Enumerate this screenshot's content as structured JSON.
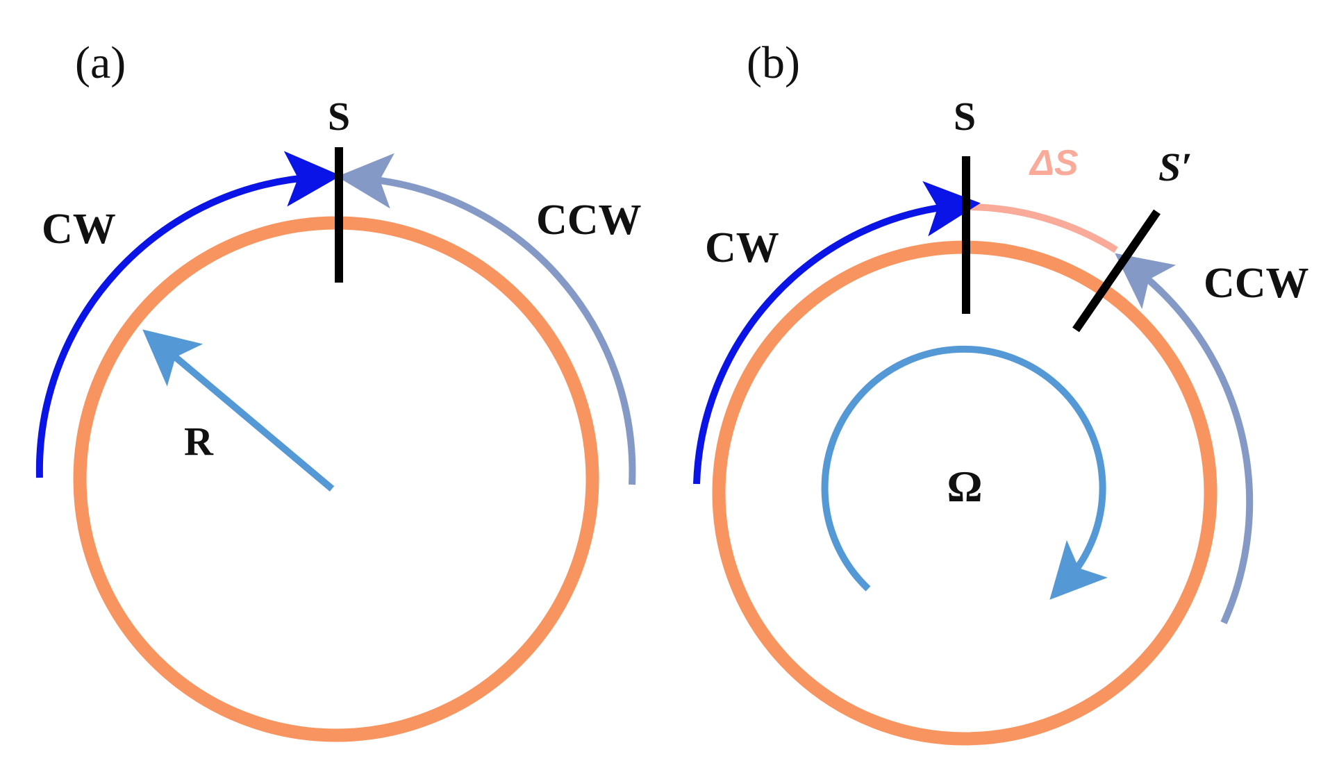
{
  "panels": [
    {
      "id": "a",
      "label": "(a)",
      "marker_label": "S",
      "cw_label": "CW",
      "ccw_label": "CCW",
      "radius_label": "R"
    },
    {
      "id": "b",
      "label": "(b)",
      "marker_label": "S",
      "shifted_marker_label": "S′",
      "delta_label": "ΔS",
      "cw_label": "CW",
      "ccw_label": "CCW",
      "rotation_label": "Ω"
    }
  ],
  "colors": {
    "ring": "#f7945f",
    "cw_arrow": "#0a14e6",
    "ccw_arrow": "#8599c6",
    "radius_arrow": "#5499d6",
    "rotation_arrow": "#5499d6",
    "delta_arc": "#f9aa99",
    "marker": "#000000"
  }
}
